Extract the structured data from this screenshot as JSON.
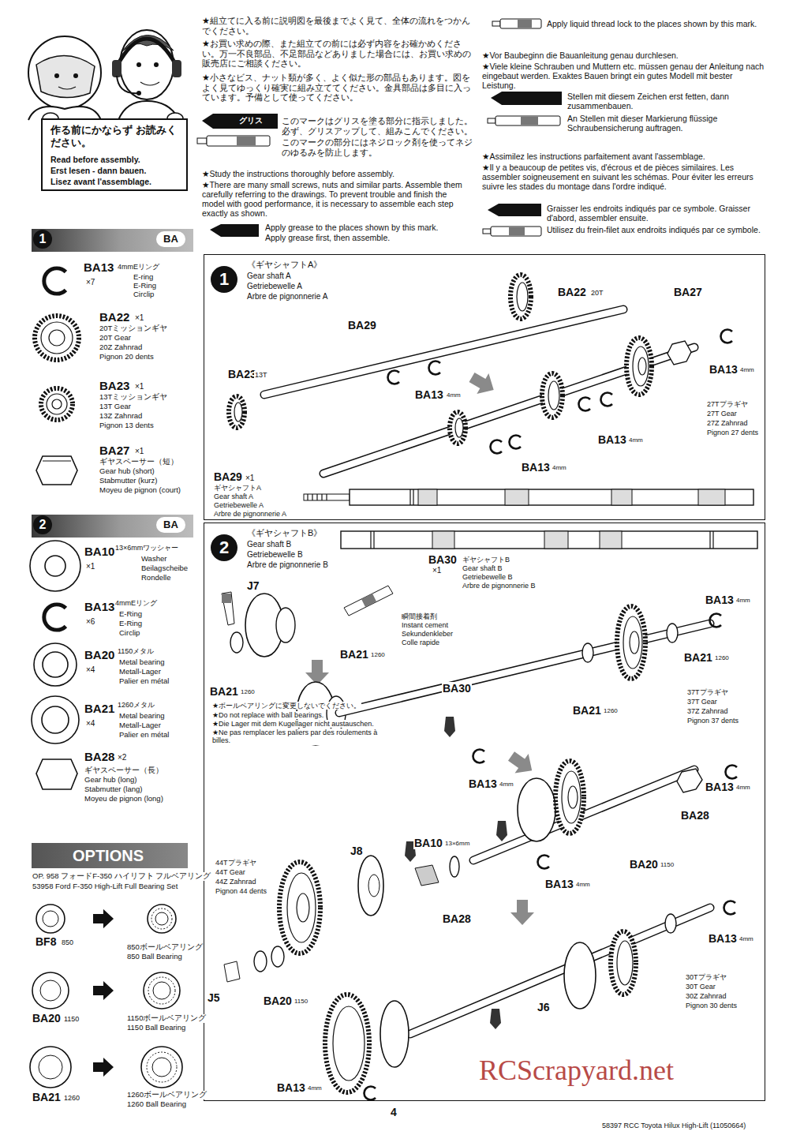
{
  "diagram": {
    "nodes": [
      {
        "text": [
          "作る前にかならず お読みください。",
          "Read before assembly.",
          "Erst lesen - dann bauen.",
          "Lisez avant l'assemblage."
        ]
      },
      {
        "text": [
          "1",
          "BA"
        ]
      },
      {
        "text": [
          "2",
          "BA"
        ]
      },
      {
        "text": [
          "OPTIONS"
        ]
      },
      {
        "text": [
          "1",
          "《ギヤシャフトA》",
          "Gear shaft A",
          "Getriebewelle A",
          "Arbre de pignonnerie A"
        ]
      },
      {
        "text": [
          "2",
          "《ギヤシャフトB》",
          "Gear shaft B",
          "Getriebewelle B",
          "Arbre de pignonnerie B"
        ]
      }
    ],
    "labels": [
      "★組立てに入る前に説明図を最後までよく見て、全体の流れをつかんでください。",
      "★お買い求めの際、また組立ての前には必ず内容をお確かめください。万一不良部品、不足部品などありました場合には、お買い求めの販売店にご相談ください。",
      "★小さなビス、ナット類が多く、よく似た形の部品もあります。図をよく見てゆっくり確実に組み立ててください。金具部品は多目に入っています。予備として使ってください。",
      "グリス",
      "このマークはグリスを塗る部分に指示しました。必ず、グリスアップして、組みこんでください。",
      "このマークの部分にはネジロック剤を使ってネジのゆるみを防止します。",
      "★Study the instructions thoroughly before assembly.",
      "★There are many small screws, nuts and similar parts. Assemble them carefully referring to the drawings. To prevent trouble and finish the model with good performance, it is necessary to assemble each step exactly as shown.",
      "Apply grease to the places shown by this mark.",
      "Apply grease first, then assemble.",
      "Apply liquid thread lock to the places shown by this mark.",
      "★Vor Baubeginn die Bauanleitung genau durchlesen.",
      "★Viele kleine Schrauben und Muttern etc. müssen genau der Anleitung nach eingebaut werden. Exaktes Bauen bringt ein gutes Modell mit bester Leistung.",
      "Stellen mit diesem Zeichen erst fetten, dann zusammenbauen.",
      "An Stellen mit dieser Markierung flüssige Schraubensicherung auftragen.",
      "★Assimilez les instructions parfaitement avant l'assemblage.",
      "★Il y a beaucoup de petites vis, d'écrous et de pièces similaires. Les assembler soigneusement en suivant les schémas. Pour éviter les erreurs suivre les stades du montage dans l'ordre indiqué.",
      "Graisser les endroits indiqués par ce symbole. Graisser d'abord, assembler ensuite.",
      "Utilisez du frein-filet aux endroits indiqués par ce symbole.",
      "BA13",
      "4mmEリング",
      "×7",
      "E-ring",
      "E-Ring",
      "Circlip",
      "BA22",
      "×1",
      "20Tミッションギヤ",
      "20T Gear",
      "20Z Zahnrad",
      "Pignon 20 dents",
      "BA23",
      "×1",
      "13Tミッションギヤ",
      "13T Gear",
      "13Z Zahnrad",
      "Pignon 13 dents",
      "BA27",
      "×1",
      "ギヤスペーサー（短）",
      "Gear hub (short)",
      "Stabmutter (kurz)",
      "Moyeu de pignon (court)",
      "BA10",
      "13×6mmワッシャー",
      "×1",
      "Washer",
      "Beilagscheibe",
      "Rondelle",
      "BA13",
      "4mmEリング",
      "×6",
      "E-Ring",
      "E-Ring",
      "Circlip",
      "BA20",
      "1150メタル",
      "×4",
      "Metal bearing",
      "Metall-Lager",
      "Palier en métal",
      "BA21",
      "1260メタル",
      "×4",
      "Metal bearing",
      "Metall-Lager",
      "Palier en métal",
      "BA28",
      "×2",
      "ギヤスペーサー（長）",
      "Gear hub (long)",
      "Stabmutter (lang)",
      "Moyeu de pignon (long)",
      "OP. 958 フォードF-350 ハイリフト フルベアリング",
      "53958 Ford F-350 High-Lift Full Bearing Set",
      "BF8",
      "850",
      "850ボールベアリング",
      "850 Ball Bearing",
      "BA20",
      "1150",
      "1150ボールベアリング",
      "1150 Ball Bearing",
      "BA21",
      "1260",
      "1260ボールベアリング",
      "1260 Ball Bearing",
      "BA22",
      "20T",
      "BA27",
      "BA29",
      "BA23",
      "13T",
      "BA13",
      "4mm",
      "BA13",
      "4mm",
      "27Tプラギヤ",
      "27T Gear",
      "27Z Zahnrad",
      "Pignon 27 dents",
      "BA13",
      "4mm",
      "BA13",
      "4mm",
      "BA29",
      "×1",
      "ギヤシャフトA",
      "Gear shaft A",
      "Getriebewelle A",
      "Arbre de pignonnerie A",
      "BA30",
      "×1",
      "ギヤシャフトB",
      "Gear shaft B",
      "Getriebewelle B",
      "Arbre de pignonnerie B",
      "J7",
      "瞬間接着剤",
      "Instant cement",
      "Sekundenkleber",
      "Colle rapide",
      "BA21",
      "1260",
      "BA13",
      "4mm",
      "BA21",
      "1260",
      "BA21",
      "1260",
      "BA30",
      "★ボールベアリングに変更しないでください。",
      "★Do not replace with ball bearings.",
      "★Die Lager mit dem Kugellager nicht austauschen.",
      "★Ne pas remplacer les paliers par des roulements à billes.",
      "BA21",
      "1260",
      "37Tプラギヤ",
      "37T Gear",
      "37Z Zahnrad",
      "Pignon 37 dents",
      "BA13",
      "4mm",
      "BA13",
      "4mm",
      "BA28",
      "BA10",
      "13×6mm",
      "J8",
      "44Tプラギヤ",
      "44T Gear",
      "44Z Zahnrad",
      "Pignon 44 dents",
      "BA13",
      "4mm",
      "BA20",
      "1150",
      "BA13",
      "4mm",
      "BA28",
      "30Tプラギヤ",
      "30T Gear",
      "30Z Zahnrad",
      "Pignon 30 dents",
      "J5",
      "BA20",
      "1150",
      "J6",
      "BA13",
      "4mm",
      "4",
      "58397 RCC Toyota Hilux High-Lift (11050664)",
      "RCScrapyard.net"
    ]
  }
}
